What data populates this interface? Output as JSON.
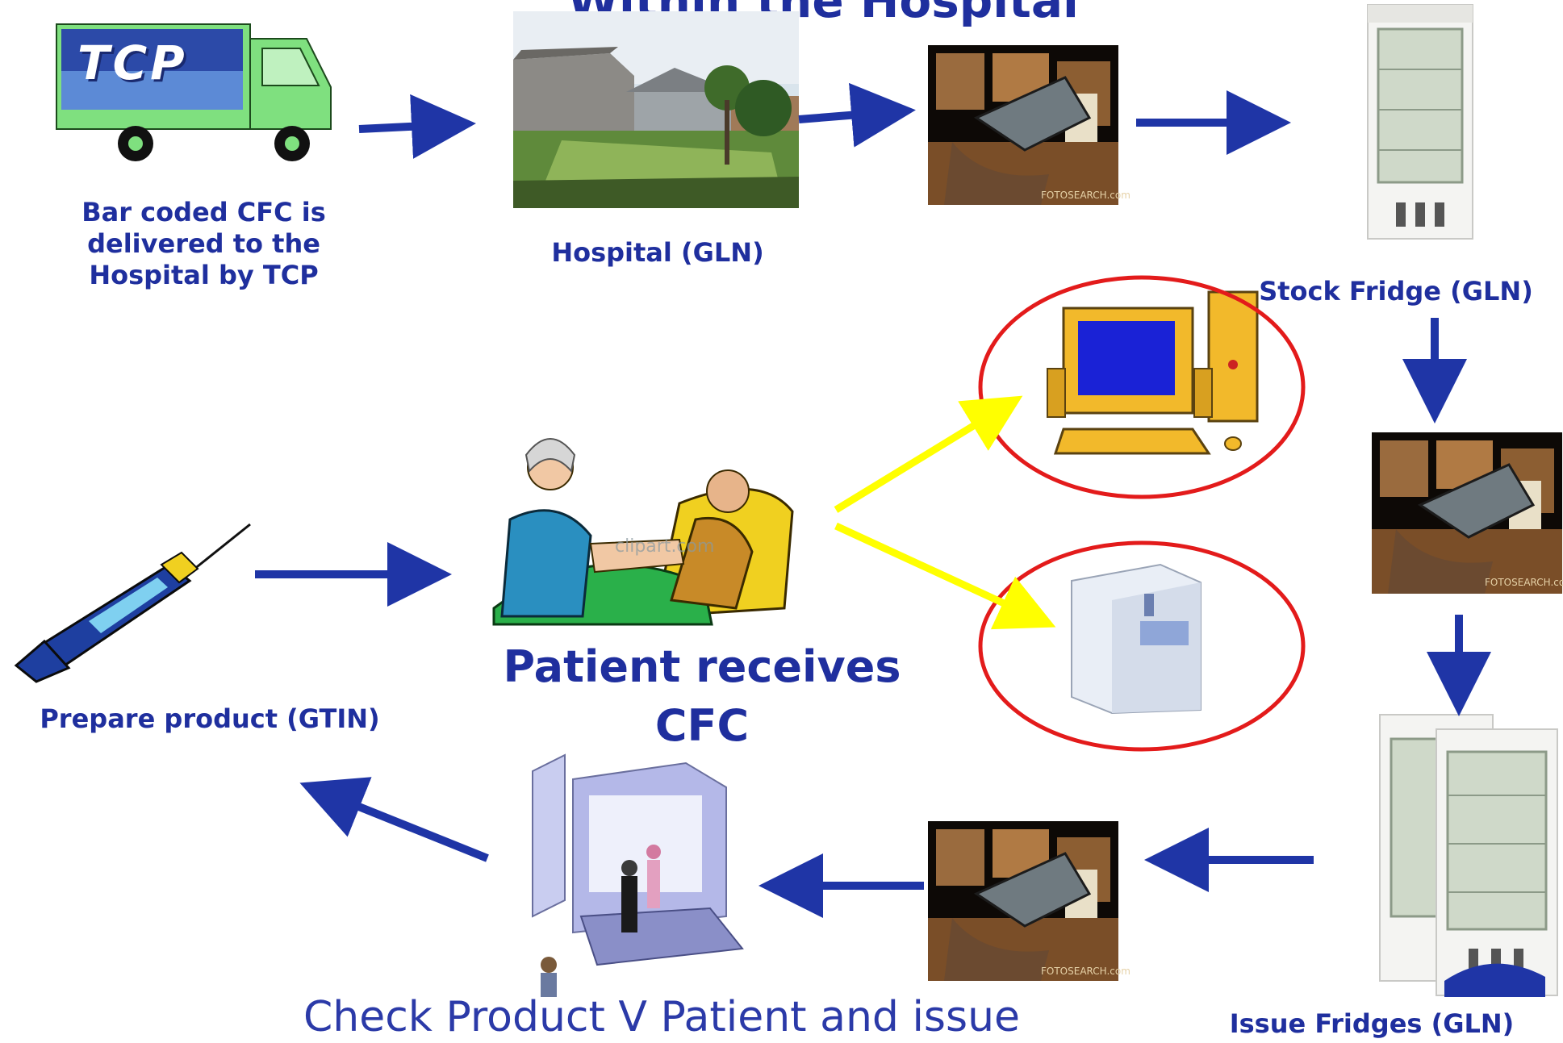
{
  "header": {
    "title_fragment": "Within the Hospital"
  },
  "steps": {
    "delivery": {
      "label": "Bar coded CFC is delivered to the Hospital by TCP",
      "truck_logo": "TCP"
    },
    "hospital": {
      "label": "Hospital (GLN)"
    },
    "stock_fridge": {
      "label": "Stock Fridge (GLN)"
    },
    "issue_fridges": {
      "label": "Issue Fridges (GLN)"
    },
    "check": {
      "label": "Check Product V Patient and issue"
    },
    "prepare": {
      "label": "Prepare product (GTIN)"
    },
    "patient": {
      "label": "Patient receives CFC"
    }
  },
  "images": {
    "scanner_watermark": "FOTOSEARCH.com",
    "patient_watermark": "clipart.com"
  },
  "colors": {
    "flow_arrow": "#1f35a6",
    "data_arrow": "#ffff00",
    "highlight_ring": "#e31b1b",
    "label_text": "#1f2f9e"
  }
}
